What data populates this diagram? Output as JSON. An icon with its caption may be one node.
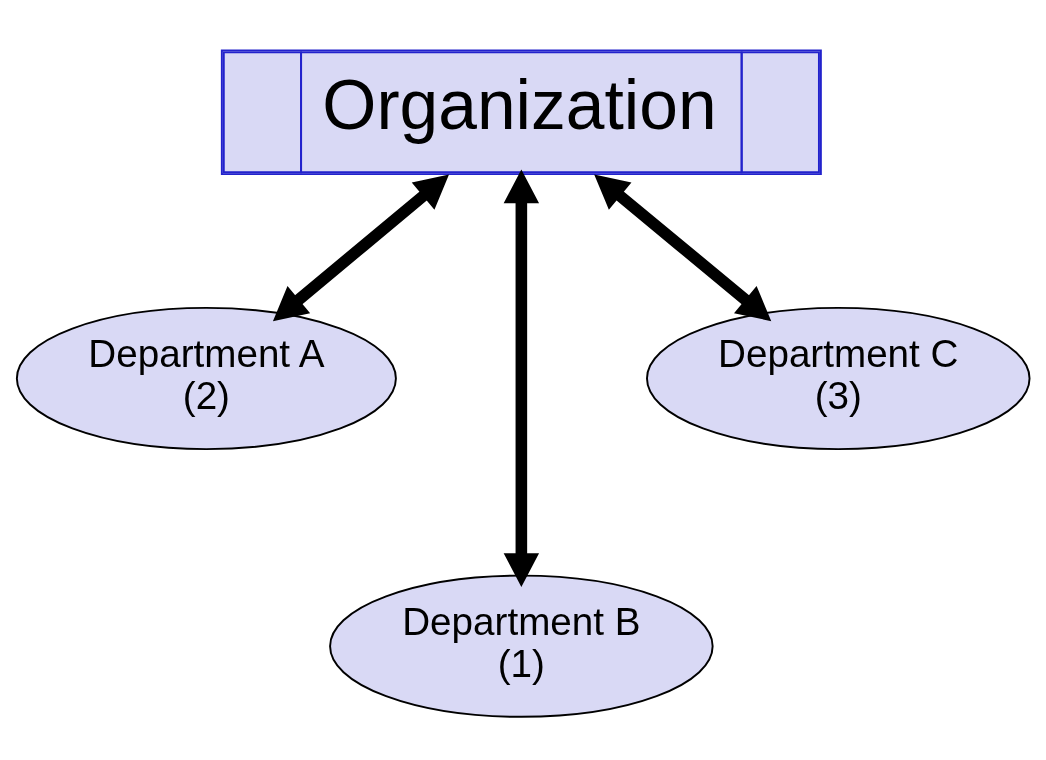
{
  "diagram": {
    "nodes": [
      {
        "text": [
          "Organization"
        ]
      },
      {
        "text": [
          "Department A",
          "(2)"
        ]
      },
      {
        "text": [
          "Department B",
          "(1)"
        ]
      },
      {
        "text": [
          "Department C",
          "(3)"
        ]
      }
    ],
    "edges": [
      {
        "from": 0,
        "to": 1,
        "arrow": "both"
      },
      {
        "from": 0,
        "to": 2,
        "arrow": "both"
      },
      {
        "from": 0,
        "to": 3,
        "arrow": "both"
      }
    ]
  }
}
